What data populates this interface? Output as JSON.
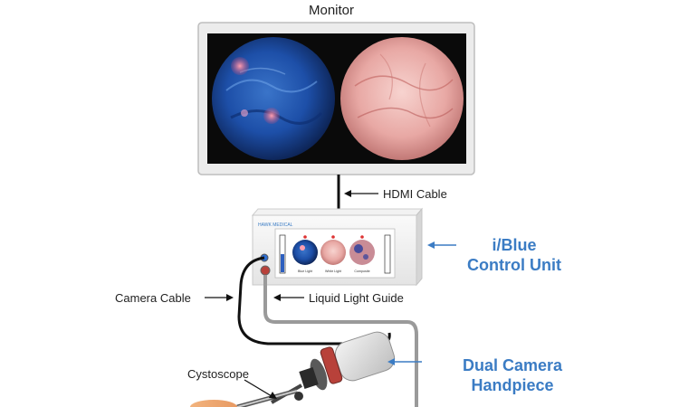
{
  "labels": {
    "monitor": "Monitor",
    "hdmi_cable": "HDMI Cable",
    "camera_cable": "Camera Cable",
    "liquid_light_guide": "Liquid Light Guide",
    "cystoscope": "Cystoscope"
  },
  "callouts": {
    "control_unit": {
      "line1": "i/Blue",
      "line2": "Control Unit"
    },
    "camera_handpiece": {
      "line1": "Dual Camera",
      "line2": "Handpiece"
    }
  },
  "control_unit_screen": {
    "brand": "HAWK MEDICAL",
    "view1": "Blue Light",
    "view2": "White Light",
    "view3": "Composite"
  },
  "colors": {
    "accent_blue": "#3b7cc4",
    "cable_dark": "#111111",
    "light_guide_gray": "#9a9a9a",
    "monitor_frame": "#e8e8e8",
    "screen_black": "#0a0a0a"
  }
}
